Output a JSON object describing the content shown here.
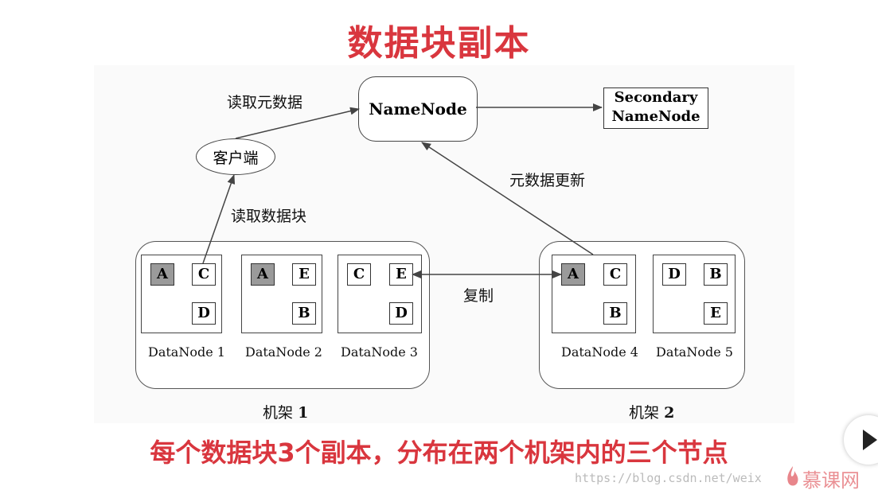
{
  "title": "数据块副本",
  "namenode": {
    "label": "NameNode"
  },
  "secondary": {
    "line1": "Secondary",
    "line2": "NameNode"
  },
  "client": {
    "label": "客户端"
  },
  "edges": {
    "read_metadata": "读取元数据",
    "read_block": "读取数据块",
    "metadata_update": "元数据更新",
    "replicate": "复制"
  },
  "racks": [
    {
      "name": "机架",
      "num": "1"
    },
    {
      "name": "机架",
      "num": "2"
    }
  ],
  "datanodes": [
    {
      "name": "DataNode 1",
      "blocks": [
        "A",
        "C",
        "D"
      ]
    },
    {
      "name": "DataNode 2",
      "blocks": [
        "A",
        "E",
        "B"
      ]
    },
    {
      "name": "DataNode 3",
      "blocks": [
        "C",
        "E",
        "D"
      ]
    },
    {
      "name": "DataNode 4",
      "blocks": [
        "A",
        "C",
        "B"
      ]
    },
    {
      "name": "DataNode 5",
      "blocks": [
        "D",
        "B",
        "E"
      ]
    }
  ],
  "caption": "每个数据块3个副本，分布在两个机架内的三个节点",
  "watermark": "https://blog.csdn.net/weix",
  "brand": "慕课网",
  "colors": {
    "accent": "#d9363e",
    "shaded_block": "#9a9a9a"
  }
}
